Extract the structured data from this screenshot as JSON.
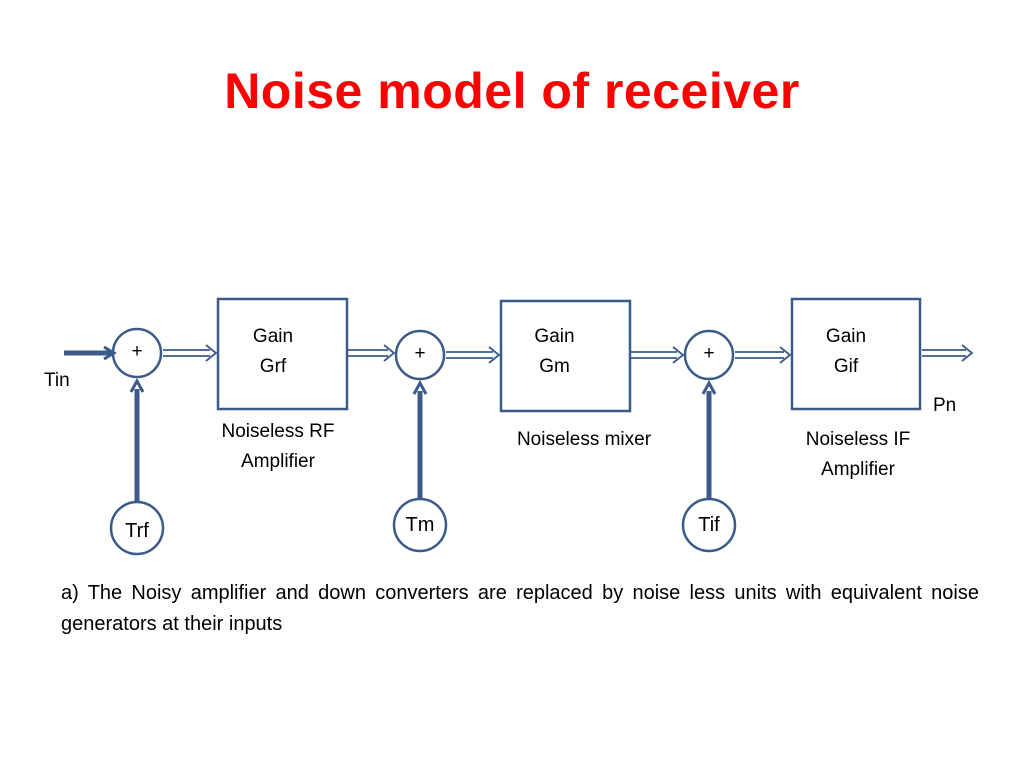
{
  "title": "Noise model of receiver",
  "colors": {
    "title": "#ff0000",
    "stroke": "#3b5a8a",
    "text": "#000000",
    "background": "#ffffff"
  },
  "diagram": {
    "input": {
      "label": "Tin"
    },
    "output": {
      "label": "Pn"
    },
    "summers": [
      {
        "symbol": "+",
        "noise_source": "Trf"
      },
      {
        "symbol": "+",
        "noise_source": "Tm"
      },
      {
        "symbol": "+",
        "noise_source": "Tif"
      }
    ],
    "blocks": [
      {
        "gain_line1": "Gain",
        "gain_line2": "Grf",
        "caption_line1": "Noiseless RF",
        "caption_line2": "Amplifier"
      },
      {
        "gain_line1": "Gain",
        "gain_line2": "Gm",
        "caption_line1": "Noiseless mixer",
        "caption_line2": ""
      },
      {
        "gain_line1": "Gain",
        "gain_line2": "Gif",
        "caption_line1": "Noiseless IF",
        "caption_line2": "Amplifier"
      }
    ]
  },
  "caption": "a) The Noisy amplifier and down converters are replaced by noise less units with equivalent noise generators at their inputs"
}
